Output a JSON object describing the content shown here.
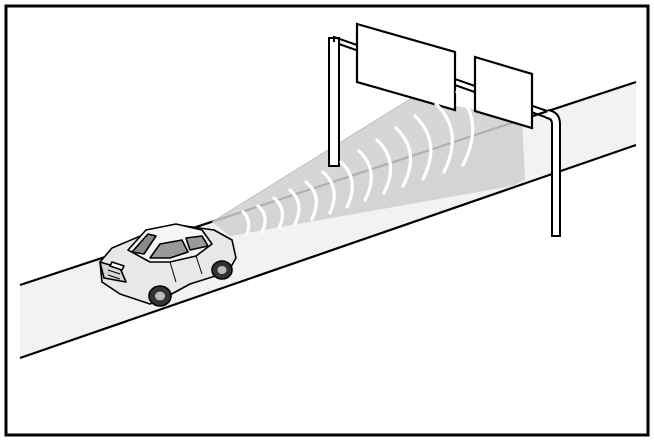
{
  "illustration": {
    "subject": "vehicle-radar-sensing-road-sign",
    "elements": [
      "road",
      "car",
      "overhead-sign-gantry",
      "sign-panel",
      "sign-panel",
      "radar-beam",
      "radar-waves"
    ],
    "colors": {
      "outline": "#000000",
      "road_fill": "#f2f2f2",
      "beam_fill": "#d0d0d0",
      "car_fill": "#e8e8e8",
      "sign_fill": "#ffffff",
      "background": "#ffffff"
    }
  }
}
